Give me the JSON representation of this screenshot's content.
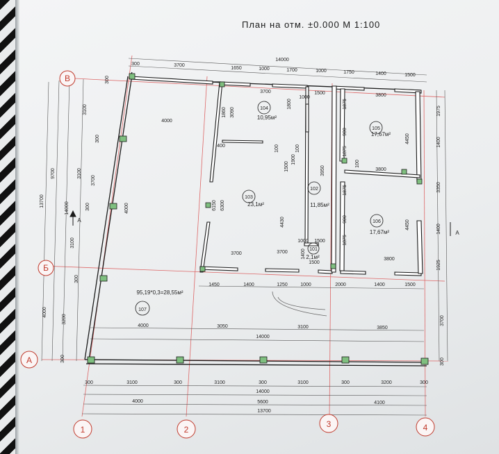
{
  "title": "План на отм. ±0.000  М 1:100",
  "axes_letters": [
    "В",
    "Б",
    "А"
  ],
  "axes_numbers": [
    "1",
    "2",
    "3",
    "4"
  ],
  "section_mark": "А",
  "rooms": [
    {
      "num": "104",
      "area": "10,95м²"
    },
    {
      "num": "105",
      "area": "17,67м²"
    },
    {
      "num": "103",
      "area": "23,1м²"
    },
    {
      "num": "102",
      "area": "11,85м²"
    },
    {
      "num": "106",
      "area": "17,67м²"
    },
    {
      "num": "101",
      "area": "2,1м²"
    },
    {
      "num": "107",
      "area": "95,19*0,3=28,55м²"
    }
  ],
  "dims_top": {
    "overall": "14000",
    "segments": [
      "300",
      "3700",
      "1650",
      "1000",
      "1700",
      "1000",
      "1750",
      "1400",
      "1500"
    ],
    "inner": [
      "3700",
      "1500",
      "3800"
    ]
  },
  "dims_bottom": {
    "row1": [
      "300",
      "3100",
      "300",
      "3100",
      "300",
      "3100",
      "300",
      "3200",
      "300"
    ],
    "row1_total": "14000",
    "row2": [
      "4000",
      "5600",
      "4100"
    ],
    "row3_total": "13700"
  },
  "dims_porch": {
    "row": [
      "1450",
      "1400",
      "1250",
      "1000",
      "2000",
      "1400",
      "1500"
    ],
    "row2": [
      "4000",
      "3050",
      "3100",
      "3850"
    ],
    "total": "14000"
  },
  "dims_left": {
    "outer": "13700",
    "mid": [
      "9700",
      "4000"
    ],
    "inner": [
      "3100",
      "3100",
      "3100",
      "3200"
    ],
    "small": [
      "300",
      "300",
      "300",
      "300",
      "300"
    ],
    "extra": [
      "14000",
      "3700",
      "4000"
    ]
  },
  "dims_right": {
    "segments": [
      "1975",
      "1400",
      "3350",
      "1400",
      "1925"
    ],
    "lower": [
      "3700",
      "300"
    ]
  },
  "dims_inner": [
    "4000",
    "3700",
    "3700",
    "3800",
    "3800",
    "6300",
    "6150",
    "1900",
    "1500",
    "4430",
    "3950",
    "4450",
    "4450",
    "1875",
    "900",
    "1875",
    "1875",
    "900",
    "1875",
    "1000",
    "1500",
    "1400",
    "1500",
    "1860",
    "3090",
    "400",
    "100",
    "100",
    "100",
    "1800",
    "1000"
  ]
}
